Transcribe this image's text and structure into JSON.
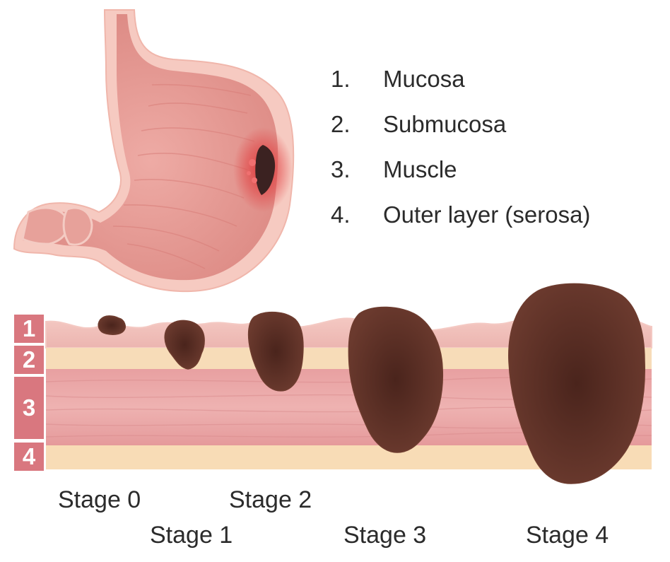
{
  "legend": [
    {
      "number": "1.",
      "label": "Mucosa"
    },
    {
      "number": "2.",
      "label": "Submucosa"
    },
    {
      "number": "3.",
      "label": "Muscle"
    },
    {
      "number": "4.",
      "label": "Outer layer (serosa)"
    }
  ],
  "layer_badges": [
    "1",
    "2",
    "3",
    "4"
  ],
  "stages": [
    {
      "label": "Stage 0"
    },
    {
      "label": "Stage 1"
    },
    {
      "label": "Stage 2"
    },
    {
      "label": "Stage 3"
    },
    {
      "label": "Stage 4"
    }
  ],
  "colors": {
    "badge": "#d9777f",
    "mucosa": "#f2c4bf",
    "submucosa": "#f7dcb8",
    "muscle": "#e9a3a3",
    "serosa": "#f8dcb6",
    "tumor": "#5a2f26",
    "stomach_wall": "#f6c9c0",
    "stomach_inner": "#e8948f",
    "lesion_red": "#e0383a"
  }
}
